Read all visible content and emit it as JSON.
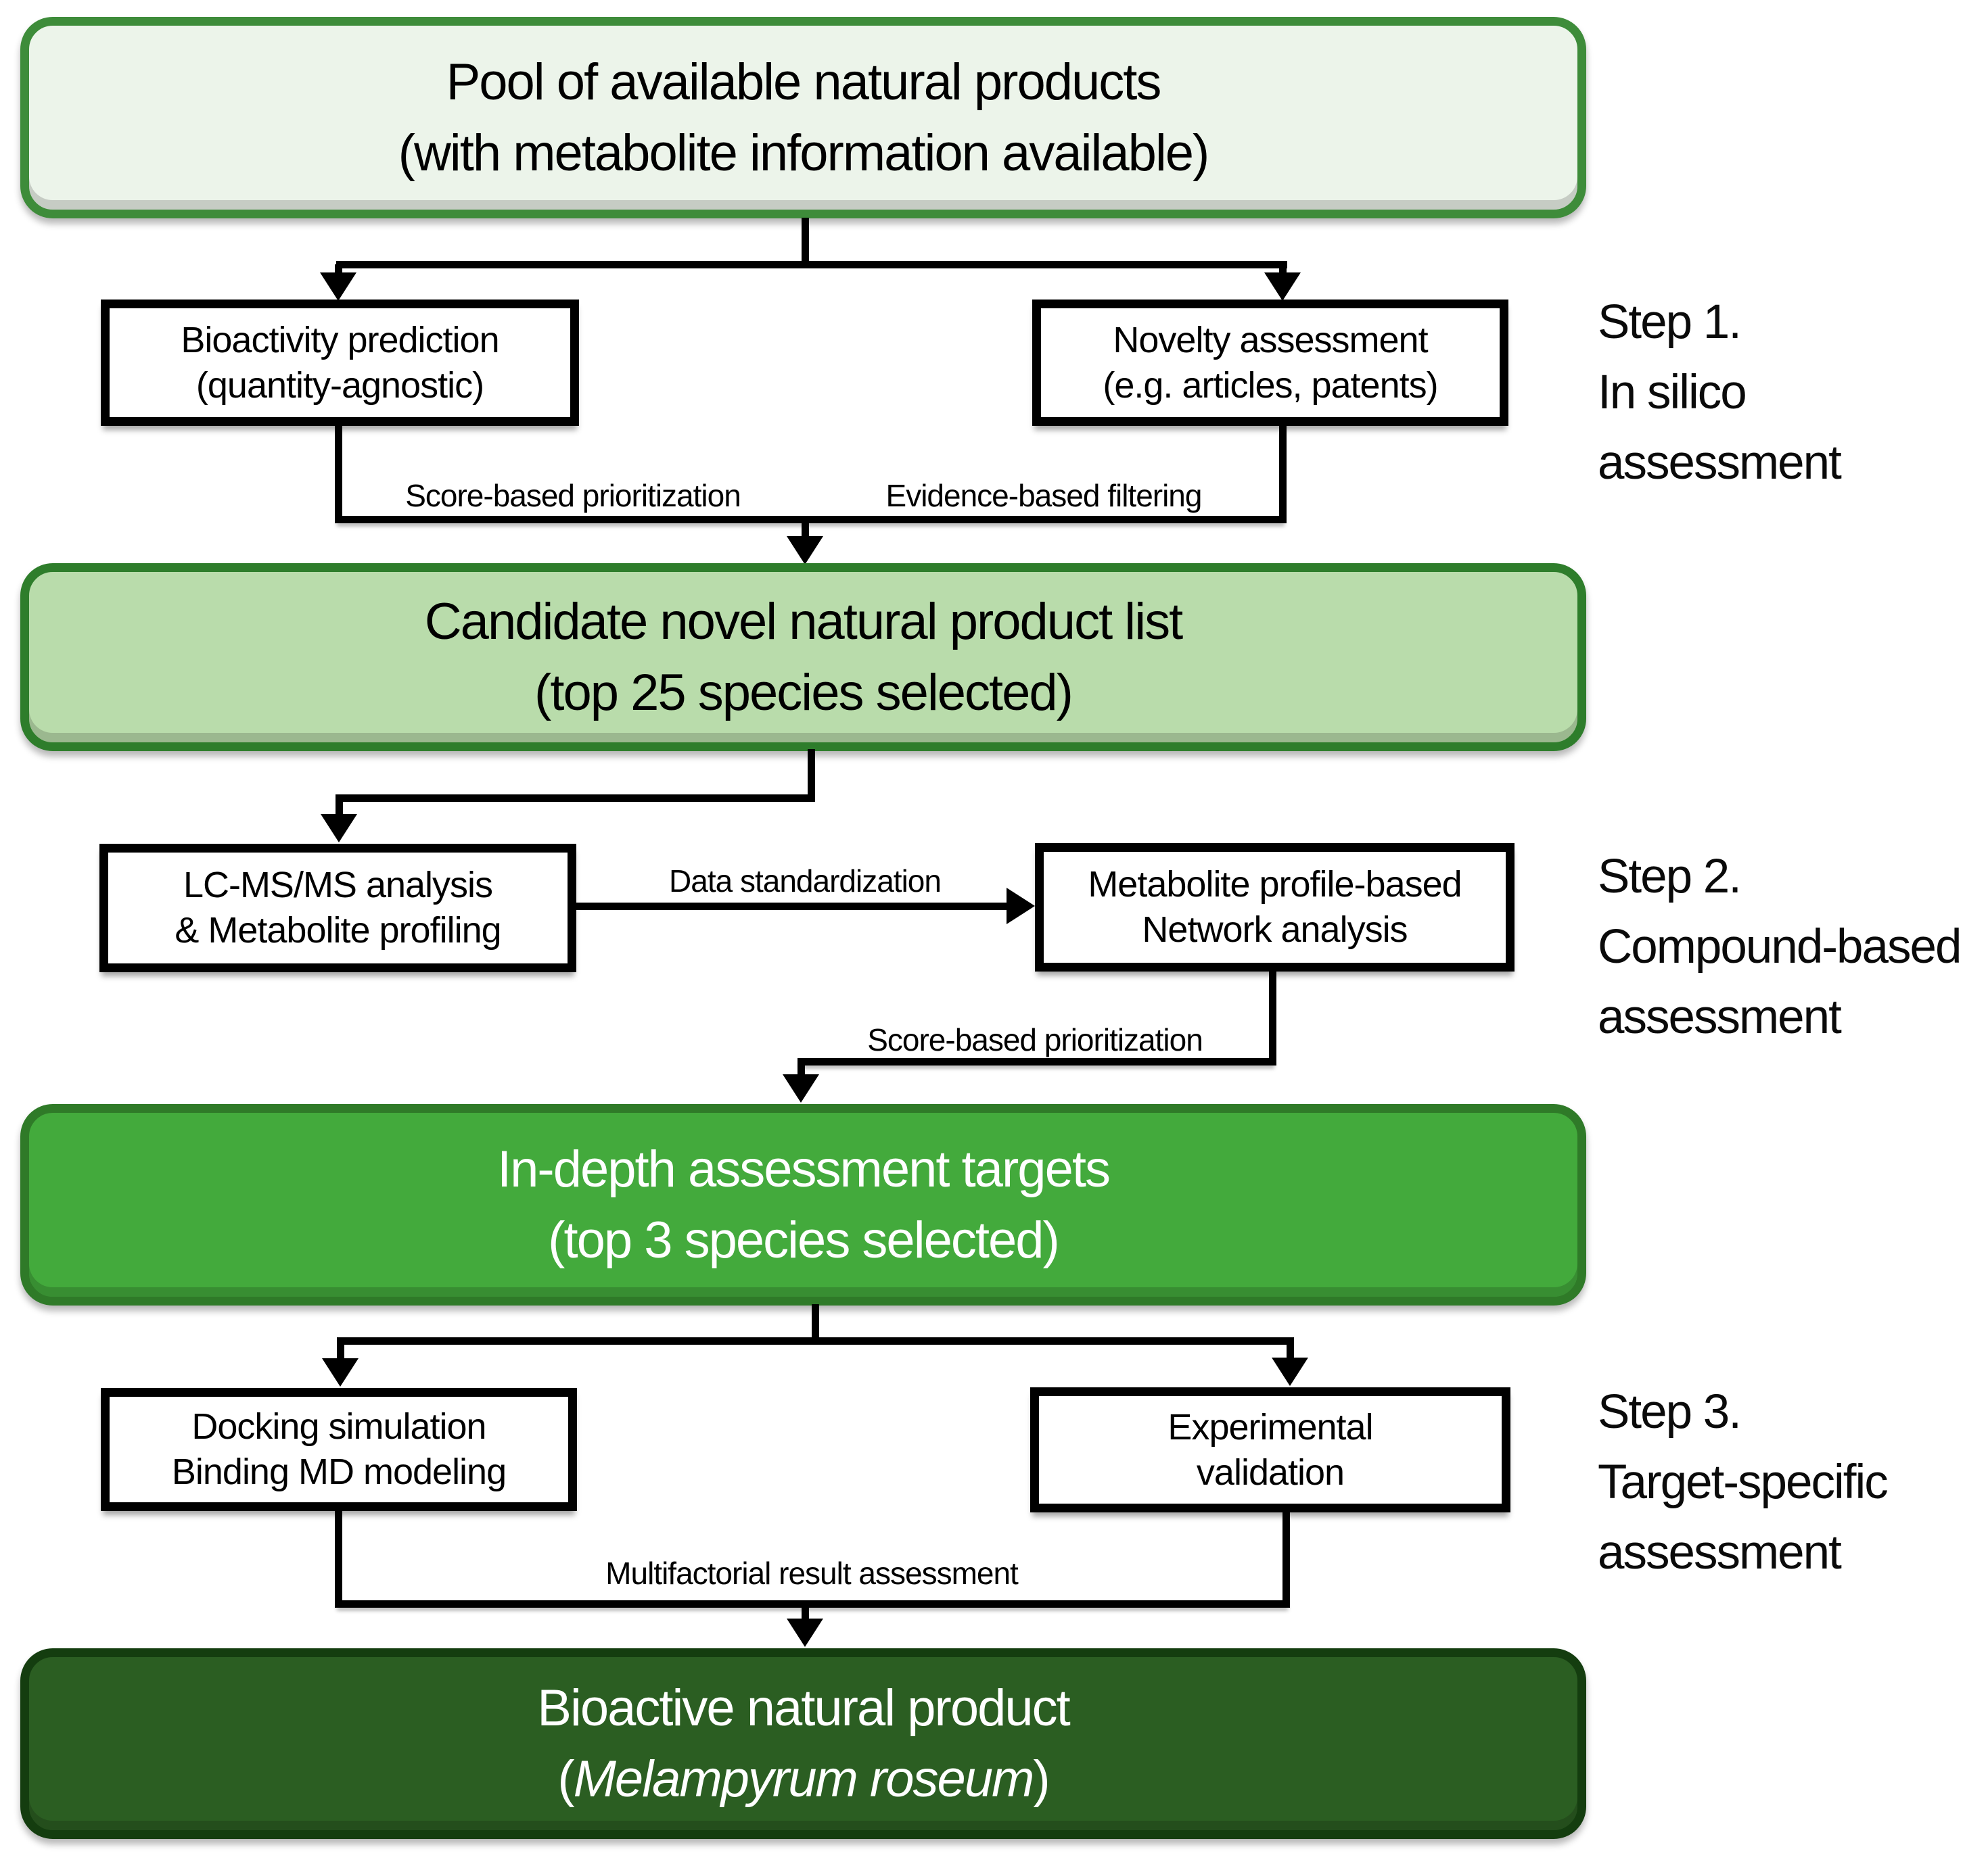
{
  "title": "Natural product discovery workflow flowchart",
  "boxes": {
    "pool": {
      "l1": "Pool of available natural products",
      "l2": "(with metabolite information available)"
    },
    "bioactivity": {
      "l1": "Bioactivity prediction",
      "l2": "(quantity-agnostic)"
    },
    "novelty": {
      "l1": "Novelty assessment",
      "l2": "(e.g. articles, patents)"
    },
    "candidate": {
      "l1": "Candidate novel natural product list",
      "l2": "(top 25 species selected)"
    },
    "lcms": {
      "l1": "LC-MS/MS analysis",
      "l2": "& Metabolite profiling"
    },
    "network": {
      "l1": "Metabolite profile-based",
      "l2": "Network analysis"
    },
    "indepth": {
      "l1": "In-depth assessment targets",
      "l2": "(top 3 species selected)"
    },
    "docking": {
      "l1": "Docking simulation",
      "l2": "Binding MD modeling"
    },
    "experimental": {
      "l1": "Experimental",
      "l2": "validation"
    },
    "bioactive": {
      "l1": "Bioactive natural product",
      "l2_open": "(",
      "l2_species": "Melampyrum roseum",
      "l2_close": ")"
    }
  },
  "edge_labels": {
    "score_based_1": "Score-based prioritization",
    "evidence_based": "Evidence-based filtering",
    "data_standardization": "Data standardization",
    "score_based_2": "Score-based prioritization",
    "multifactorial": "Multifactorial result assessment"
  },
  "steps": [
    {
      "l1": "Step 1.",
      "l2": "In silico",
      "l3": "assessment"
    },
    {
      "l1": "Step 2.",
      "l2": "Compound-based",
      "l3": "assessment"
    },
    {
      "l1": "Step 3.",
      "l2": "Target-specific",
      "l3": "assessment"
    }
  ],
  "colors": {
    "pool_fill": "#ecf4ea",
    "pool_border": "#3e8c3a",
    "candidate_fill": "#b9dcab",
    "candidate_border": "#2e7d2b",
    "indepth_fill": "#43aa3c",
    "indepth_border": "#2f7a28",
    "bioactive_fill": "#2b5e22",
    "bioactive_border": "#143d0f",
    "line": "#000000",
    "text_dark": "#000000",
    "text_light": "#ffffff"
  }
}
